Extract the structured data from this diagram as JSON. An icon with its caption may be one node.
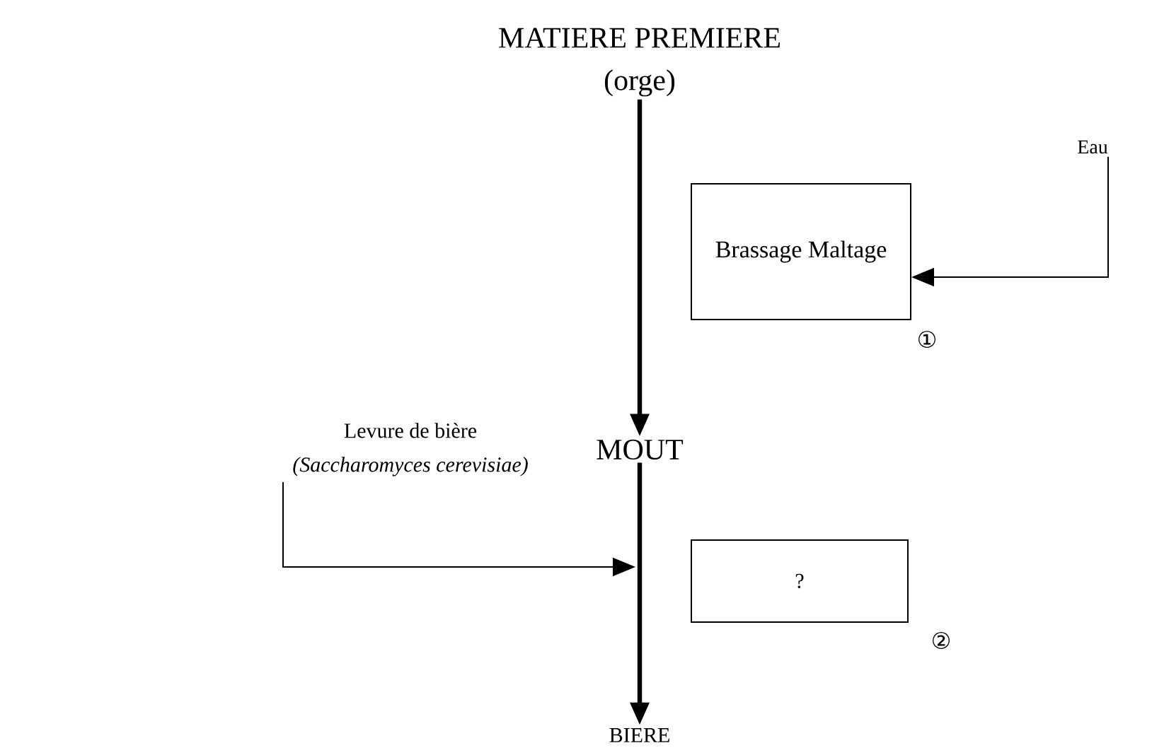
{
  "diagram": {
    "nodes": [
      {
        "text": [
          "MATIERE PREMIERE",
          "(orge)"
        ]
      },
      {
        "text": [
          "Brassage Maltage"
        ],
        "beside": [
          "①"
        ]
      },
      {
        "text": [
          "Eau"
        ]
      },
      {
        "text": [
          "MOUT"
        ]
      },
      {
        "text": [
          "Levure de bière",
          "(Saccharomyces cerevisiae)"
        ]
      },
      {
        "text": [
          "?"
        ],
        "beside": [
          "②"
        ]
      },
      {
        "text": [
          "BIERE"
        ]
      }
    ],
    "edges": [
      {
        "from": 0,
        "to": 3,
        "arrow": "to",
        "style": "thick"
      },
      {
        "from": 2,
        "to": 1,
        "arrow": "to"
      },
      {
        "from": 3,
        "to": 6,
        "arrow": "to",
        "style": "thick"
      },
      {
        "from": 4,
        "to": null,
        "arrow": "to"
      }
    ]
  }
}
